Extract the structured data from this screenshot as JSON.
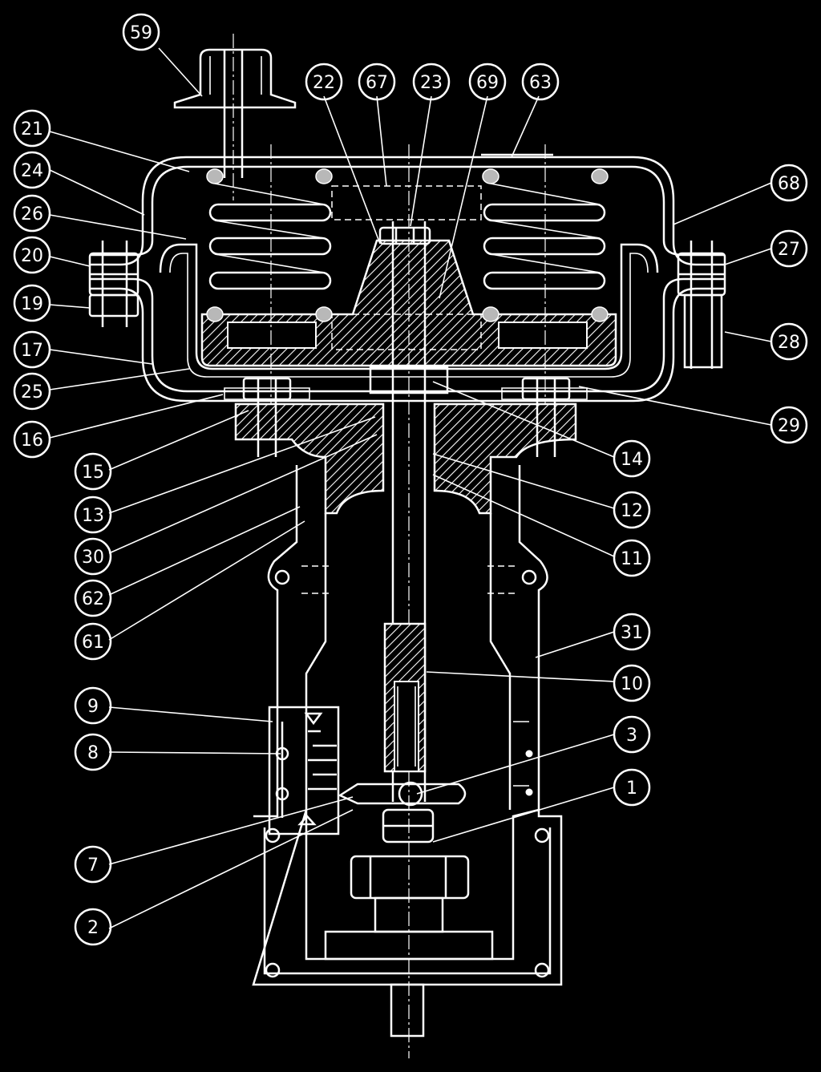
{
  "labels": {
    "b59": "59",
    "b22": "22",
    "b67": "67",
    "b23": "23",
    "b69": "69",
    "b63": "63",
    "b21": "21",
    "b24": "24",
    "b26": "26",
    "b20": "20",
    "b19": "19",
    "b17": "17",
    "b25": "25",
    "b16": "16",
    "b15": "15",
    "b13": "13",
    "b30": "30",
    "b62": "62",
    "b61": "61",
    "b9": "9",
    "b8": "8",
    "b7": "7",
    "b2": "2",
    "b68": "68",
    "b27": "27",
    "b28": "28",
    "b29": "29",
    "b14": "14",
    "b12": "12",
    "b11": "11",
    "b31": "31",
    "b10": "10",
    "b3": "3",
    "b1": "1"
  }
}
